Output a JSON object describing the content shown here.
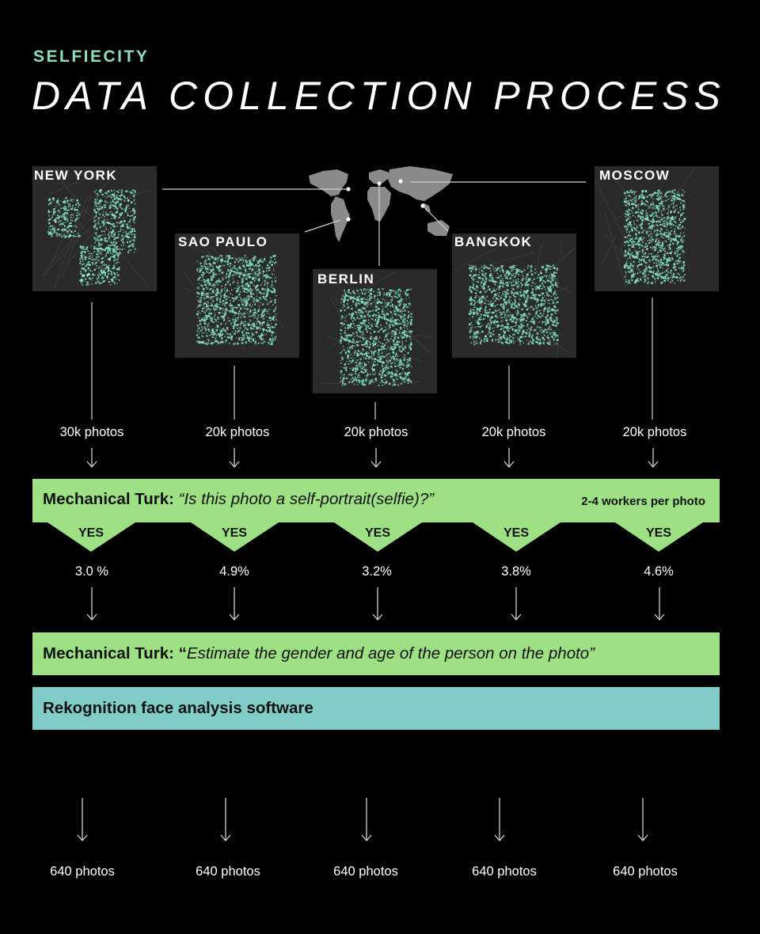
{
  "header": {
    "brand": "SELFIECITY",
    "title": "DATA COLLECTION PROCESS"
  },
  "cities": [
    {
      "name": "NEW YORK",
      "photos": "30k photos",
      "selfie_rate": "3.0 %",
      "final": "640 photos"
    },
    {
      "name": "SAO PAULO",
      "photos": "20k photos",
      "selfie_rate": "4.9%",
      "final": "640 photos"
    },
    {
      "name": "BERLIN",
      "photos": "20k photos",
      "selfie_rate": "3.2%",
      "final": "640 photos"
    },
    {
      "name": "BANGKOK",
      "photos": "20k photos",
      "selfie_rate": "3.8%",
      "final": "640 photos"
    },
    {
      "name": "MOSCOW",
      "photos": "20k photos",
      "selfie_rate": "4.6%",
      "final": "640 photos"
    }
  ],
  "step1": {
    "label": "Mechanical Turk:",
    "question": "“Is this photo a self-portrait(selfie)?”",
    "workers": "2-4 workers per photo",
    "yes": "YES"
  },
  "step2": {
    "label": "Mechanical Turk: “",
    "question": "Estimate the gender and age of the person on the photo”"
  },
  "step3": {
    "label": "Rekognition face analysis software"
  },
  "colors": {
    "brand": "#8fdcbc",
    "turk_band": "#9ee185",
    "rekognition_band": "#80cdc7",
    "dots": "#86e6c4",
    "map_bg": "#2a2a2a"
  }
}
